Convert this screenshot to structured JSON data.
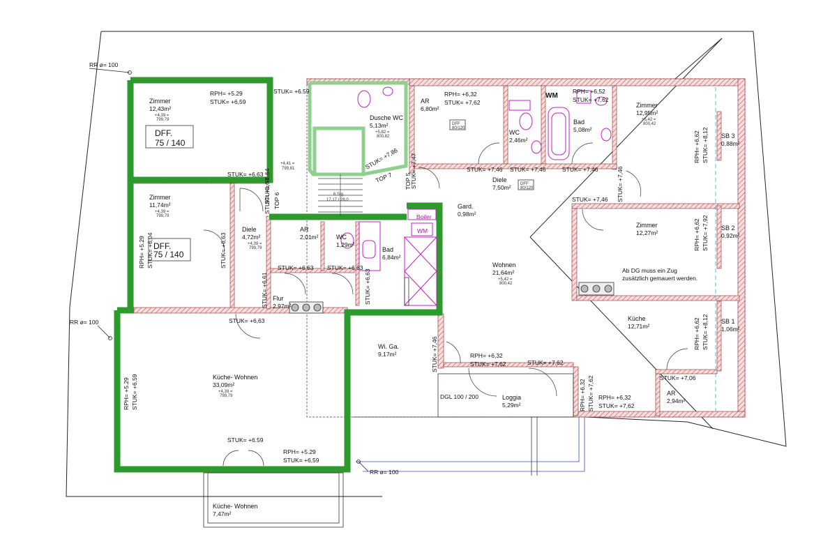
{
  "colors": {
    "top6_outline": "#2e9a2e",
    "top5_outline": "#8fd08f",
    "wall_hatch": "#c0504d",
    "fixture": "#c020c0",
    "boundary": "#9a4fa0",
    "window_line": "#5fb8e6",
    "loggia_line": "#3050c0"
  },
  "labels": {
    "top6": "TOP 6",
    "top7": "TOP 7",
    "top5": "TOP 5",
    "dff1": "DFF.",
    "dff1_size": "75 / 140",
    "dff2": "DFF.",
    "dff2_size": "75 / 140",
    "rr_top": "RR ø= 100",
    "rr_left": "RR ø= 100",
    "rr_bottom": "RR ø= 100",
    "boiler": "Boiler",
    "wm_bath": "WM",
    "wm_top": "WM",
    "dgl": "DGL 100 / 200",
    "stair_note": "6 Stg.",
    "stair_note2": "17,17 / 28,0",
    "dff_small1": "DFF",
    "dff_small1b": "80/120",
    "dff_small2": "DFF",
    "dff_small2b": "80/120",
    "note_line1": "Ab DG muss ein Zug",
    "note_line2": "zusätzlich gemauert werden."
  },
  "rooms": [
    {
      "name": "Zimmer",
      "area": "12,43m²",
      "level": "+4,39 =",
      "level2": "799,79"
    },
    {
      "name": "Zimmer",
      "area": "11,74m²",
      "level": "+4,39 =",
      "level2": "799,79"
    },
    {
      "name": "Diele",
      "area": "4,72m²",
      "level": "+4,39 =",
      "level2": "799,79"
    },
    {
      "name": "AR",
      "area": "2,01m²"
    },
    {
      "name": "WC",
      "area": "1,29m²"
    },
    {
      "name": "Bad",
      "area": "6,84m²"
    },
    {
      "name": "Flur",
      "area": "2,97m²"
    },
    {
      "name": "Küche- Wohnen",
      "area": "33,09m²",
      "level": "+4,39 =",
      "level2": "799,79"
    },
    {
      "name": "Küche- Wohnen",
      "area": "7,47m²"
    },
    {
      "name": "Dusche WC",
      "area": "5,13m²",
      "level": "+5,82 =",
      "level2": "800,82"
    },
    {
      "name": "AR",
      "area": "6,80m²"
    },
    {
      "name": "WC",
      "area": "2,46m²"
    },
    {
      "name": "Bad",
      "area": "5,08m²"
    },
    {
      "name": "Zimmer",
      "area": "12,95m²",
      "level": "+5,42 =",
      "level2": "800,42"
    },
    {
      "name": "Diele",
      "area": "7,50m²"
    },
    {
      "name": "Gard.",
      "area": "0,98m²"
    },
    {
      "name": "Wohnen",
      "area": "21,64m²",
      "level": "+5,42 =",
      "level2": "800,42"
    },
    {
      "name": "Wi. Ga.",
      "area": "9,17m²"
    },
    {
      "name": "Loggia",
      "area": "5,29m²"
    },
    {
      "name": "Zimmer",
      "area": "12,27m²"
    },
    {
      "name": "Küche",
      "area": "12,71m²"
    },
    {
      "name": "AR",
      "area": "2,94m²"
    },
    {
      "name": "SB 3",
      "area": "0,88m²"
    },
    {
      "name": "SB 2",
      "area": "0,92m²"
    },
    {
      "name": "SB 1",
      "area": "1,06m²"
    }
  ],
  "stair_level": {
    "level": "+4,41 =",
    "level2": "799,81"
  },
  "annotations": [
    "RPH= +5.29",
    "STUK= +6,59",
    "STUK= +6.59",
    "STUK= +6,63",
    "RPH= +5.29",
    "STUK= +6,04",
    "STUK= +6,63",
    "STUK= +6,63",
    "STUK= +6,63",
    "STUK= +6,61",
    "STUK= +6,63",
    "STUK= +6,63",
    "STUK= +6,63",
    "RPH= +5.29",
    "STUK= +6.59",
    "STUK= +6.59",
    "RPH= +5.29",
    "STUK= +6,59",
    "STUK= +7,86",
    "STUK= +7,47",
    "RPH= +6,32",
    "STUK= +7,62",
    "RPH= +6,52",
    "STUK= +7,62",
    "STUK= +7,46",
    "STUK= +7,46",
    "STUK= +7,46",
    "STUK= +7,46",
    "STUK= +7,46",
    "RPH= +6,62",
    "STUK= +8,12",
    "RPH= +6,62",
    "STUK= +7,92",
    "RPH= +6,62",
    "STUK= +8,12",
    "STUK= +7,46",
    "RPH= +6,32",
    "STUK= +7,62",
    "STUK= +7,62",
    "RPH= +6,32",
    "STUK= +7,62",
    "RPH= +6,32",
    "STUK= +7,62",
    "STUK= +7,06",
    "STUK= +6,64"
  ]
}
